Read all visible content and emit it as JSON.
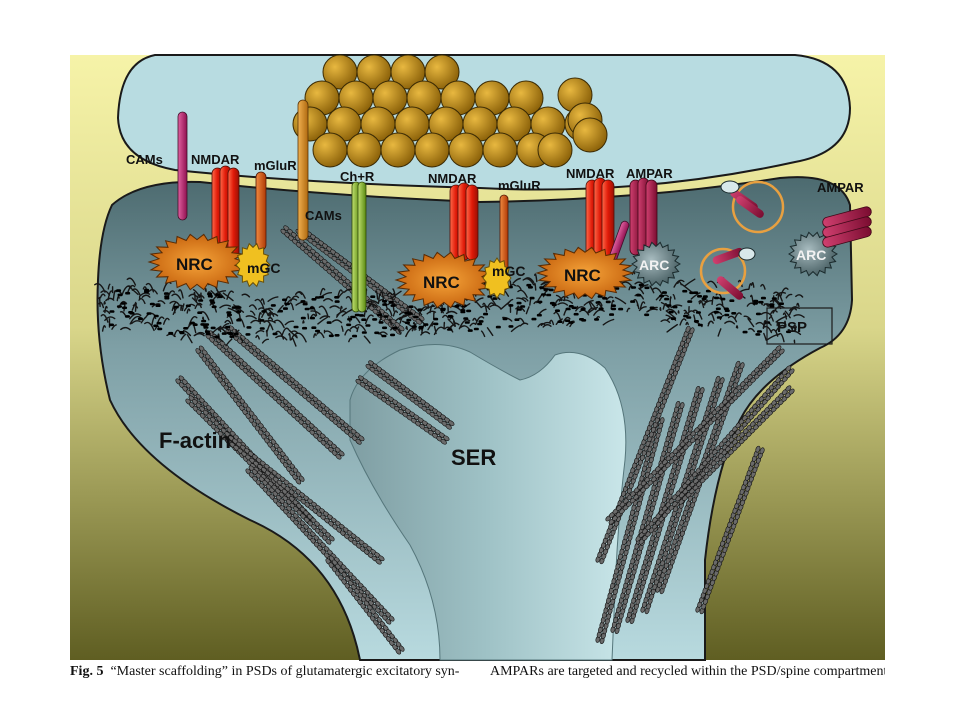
{
  "figure": {
    "labels": {
      "cams_left": "CAMs",
      "nmdar_1": "NMDAR",
      "mglur_1": "mGluR",
      "cams_mid": "CAMs",
      "chr": "Ch+R",
      "nmdar_2": "NMDAR",
      "mglur_2": "mGluR",
      "nmdar_3": "NMDAR",
      "ampar_1": "AMPAR",
      "ampar_2": "AMPAR",
      "nrc_1": "NRC",
      "nrc_2": "NRC",
      "nrc_3": "NRC",
      "mgc_1": "mGC",
      "mgc_2": "mGC",
      "arc_1": "ARC",
      "arc_2": "ARC",
      "psp": "PSP",
      "f_actin": "F-actin",
      "ser": "SER"
    },
    "colors": {
      "background_top": "#f3f0a0",
      "background_bottom": "#6b6a2a",
      "presynaptic": "#b9dde2",
      "vesicle": "#c8961a",
      "spine": "#8fb4bb",
      "nrc": "#e07a12",
      "mgc": "#f0c020",
      "nmdar": "#e02010",
      "ampar": "#a01040",
      "mglur": "#e05010",
      "chr": "#80b020",
      "cams": "#c0206a"
    }
  },
  "caption": {
    "left_prefix": "Fig.  5",
    "left_text": "“Master scaffolding” in PSDs of glutamatergic excitatory syn-",
    "right_text": "AMPARs are targeted and recycled within the PSD/spine compartment"
  }
}
